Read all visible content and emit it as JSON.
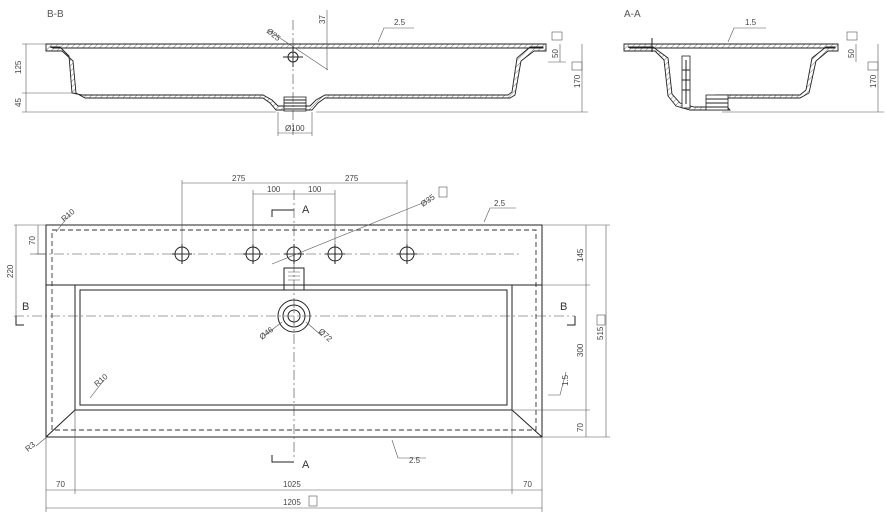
{
  "sections": {
    "bb": {
      "title": "B-B",
      "dims": {
        "h125": "125",
        "h45": "45",
        "d37": "37",
        "d25": "Ø25",
        "t25": "2.5",
        "h50": "50",
        "h170": "170",
        "d100": "Ø100"
      }
    },
    "aa": {
      "title": "A-A",
      "dims": {
        "t15": "1.5",
        "h50": "50",
        "h170": "170"
      }
    }
  },
  "plan": {
    "cut_a_top": "A",
    "cut_a_bottom": "A",
    "cut_b_left": "B",
    "cut_b_right": "B",
    "dims": {
      "w275l": "275",
      "w100l": "100",
      "w100r": "100",
      "w275r": "275",
      "d35": "Ø35",
      "t25top": "2.5",
      "r10top": "R10",
      "h70": "70",
      "h220": "220",
      "h145": "145",
      "h515": "515",
      "h300": "300",
      "t15": "1.5",
      "h70b": "70",
      "d46": "Ø46",
      "d72": "Ø72",
      "r10in": "R10",
      "r3": "R3",
      "t25bot": "2.5",
      "w70l": "70",
      "w1025": "1025",
      "w70r": "70",
      "w1205": "1205"
    }
  }
}
